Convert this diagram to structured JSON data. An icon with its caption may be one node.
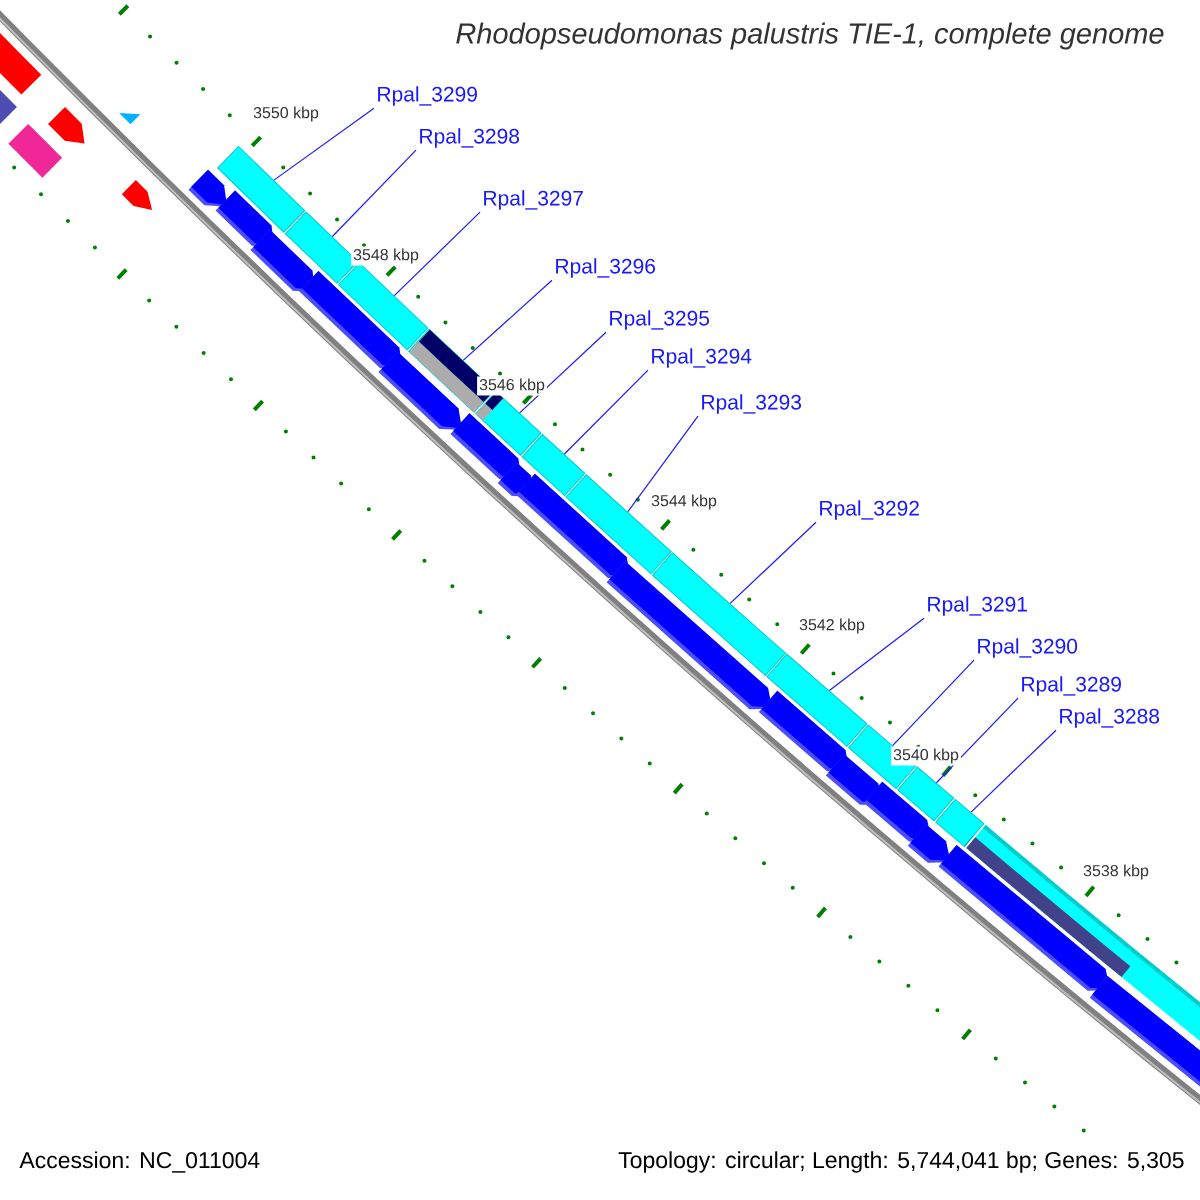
{
  "diagram": {
    "title": "Rhodopseudomonas palustris TIE-1, complete genome",
    "nodes": [
      {
        "text": [
          "Rpal_3299"
        ]
      },
      {
        "text": [
          "Rpal_3298"
        ]
      },
      {
        "text": [
          "Rpal_3297"
        ]
      },
      {
        "text": [
          "Rpal_3296"
        ]
      },
      {
        "text": [
          "Rpal_3295"
        ]
      },
      {
        "text": [
          "Rpal_3294"
        ]
      },
      {
        "text": [
          "Rpal_3293"
        ]
      },
      {
        "text": [
          "Rpal_3292"
        ]
      },
      {
        "text": [
          "Rpal_3291"
        ]
      },
      {
        "text": [
          "Rpal_3290"
        ]
      },
      {
        "text": [
          "Rpal_3289"
        ]
      },
      {
        "text": [
          "Rpal_3288"
        ]
      },
      {
        "text": [],
        "shape": "bar"
      },
      {
        "text": [],
        "shape": "bar"
      },
      {
        "text": [],
        "shape": "bar"
      },
      {
        "text": [],
        "shape": "bar"
      },
      {
        "text": [],
        "shape": "bar"
      },
      {
        "text": [],
        "shape": "bar"
      },
      {
        "text": [],
        "shape": "bar"
      },
      {
        "text": [],
        "shape": "bar"
      },
      {
        "text": [],
        "shape": "bar"
      },
      {
        "text": [],
        "shape": "bar"
      },
      {
        "text": [],
        "shape": "bar"
      },
      {
        "text": [],
        "shape": "bar"
      }
    ],
    "edges": [
      {
        "from": 0,
        "to": 12,
        "arrow": "none"
      },
      {
        "from": 1,
        "to": 13,
        "arrow": "none"
      },
      {
        "from": 2,
        "to": 14,
        "arrow": "none"
      },
      {
        "from": 3,
        "to": 15,
        "arrow": "none"
      },
      {
        "from": 4,
        "to": 16,
        "arrow": "none"
      },
      {
        "from": 5,
        "to": 17,
        "arrow": "none"
      },
      {
        "from": 6,
        "to": 18,
        "arrow": "none"
      },
      {
        "from": 7,
        "to": 19,
        "arrow": "none"
      },
      {
        "from": 8,
        "to": 20,
        "arrow": "none"
      },
      {
        "from": 9,
        "to": 21,
        "arrow": "none"
      },
      {
        "from": 10,
        "to": 22,
        "arrow": "none"
      },
      {
        "from": 11,
        "to": 23,
        "arrow": "none"
      }
    ],
    "labels": [
      "3550 kbp",
      "3548 kbp",
      "3546 kbp",
      "3544 kbp",
      "3542 kbp",
      "3540 kbp",
      "3538 kbp",
      "Accession: NC_011004",
      "Topology: circular; Length: 5,744,041 bp; Genes: 5,305"
    ]
  }
}
